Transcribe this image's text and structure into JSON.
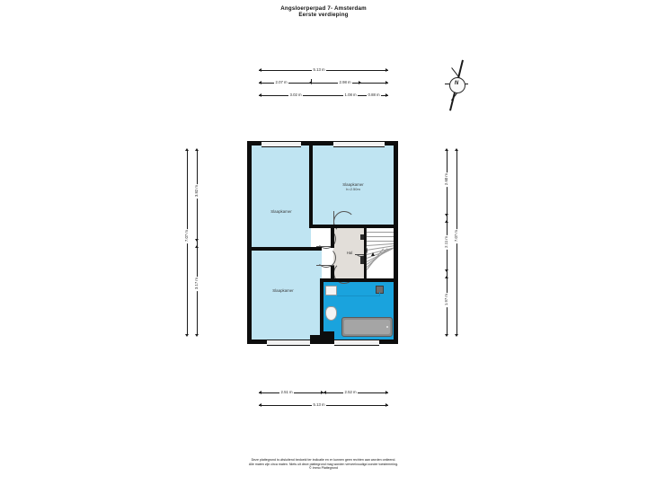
{
  "document": {
    "title_line1": "Angsloerperpad 7- Amsterdam",
    "title_line2": "Eerste verdieping"
  },
  "compass": {
    "north_label": "N",
    "name": "compass-rose"
  },
  "rooms": [
    {
      "id": "bedroom-top-left",
      "label": "Slaapkamer",
      "sublabel": ""
    },
    {
      "id": "bedroom-top-right",
      "label": "Slaapkamer",
      "sublabel": "h=2.50m"
    },
    {
      "id": "bedroom-bottom-left",
      "label": "Slaapkamer",
      "sublabel": ""
    },
    {
      "id": "hall",
      "label": "Hal",
      "sublabel": ""
    }
  ],
  "dimensions": {
    "top_row1": [
      {
        "value": "5.13 m"
      }
    ],
    "top_row2": [
      {
        "value": "2.07 m"
      },
      {
        "value": "2.98 m"
      }
    ],
    "top_row3": [
      {
        "value": "3.02 m"
      },
      {
        "value": "1.08 m"
      },
      {
        "value": "0.88 m"
      }
    ],
    "bottom_row1": [
      {
        "value": "2.51 m"
      },
      {
        "value": "2.52 m"
      }
    ],
    "bottom_row2": [
      {
        "value": "5.13 m"
      }
    ],
    "left_inner": [
      {
        "value": "3.82 m"
      },
      {
        "value": "3.17 m"
      }
    ],
    "left_outer": [
      {
        "value": "7.07 m"
      }
    ],
    "right_inner": [
      {
        "value": "2.60 m"
      },
      {
        "value": "2.11 m"
      },
      {
        "value": "1.97 m"
      }
    ],
    "right_outer": [
      {
        "value": "7.07 m"
      }
    ]
  },
  "footer": {
    "line1": "Deze plattegrond is uitsluitend bedoeld ter indicatie en er kunnen geen rechten aan worden ontleend.",
    "line2": "Alle maten zijn circa maten. Niets uit deze plattegrond mag worden verveelvoudigd zonder toestemming.",
    "line3": "© Immo Plattegrond"
  },
  "colors": {
    "room_fill": "#bfe4f2",
    "bathroom_fill": "#1aa3dd",
    "hall_fill": "#e2ded9",
    "wall": "#0d0d0d",
    "dimension": "#1a1a1a"
  }
}
